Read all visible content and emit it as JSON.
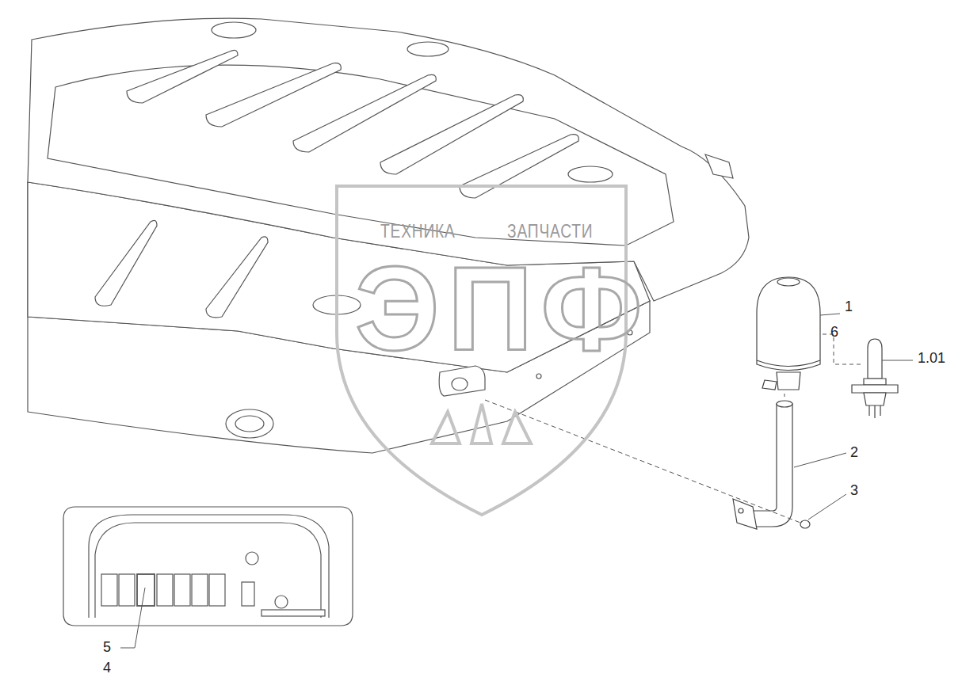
{
  "diagram": {
    "labels": [
      "1",
      "6",
      "1.01",
      "2",
      "3",
      "5",
      "4",
      "ТЕХНИКА",
      "ЗАПЧАСТИ",
      "ЭПФ"
    ]
  }
}
